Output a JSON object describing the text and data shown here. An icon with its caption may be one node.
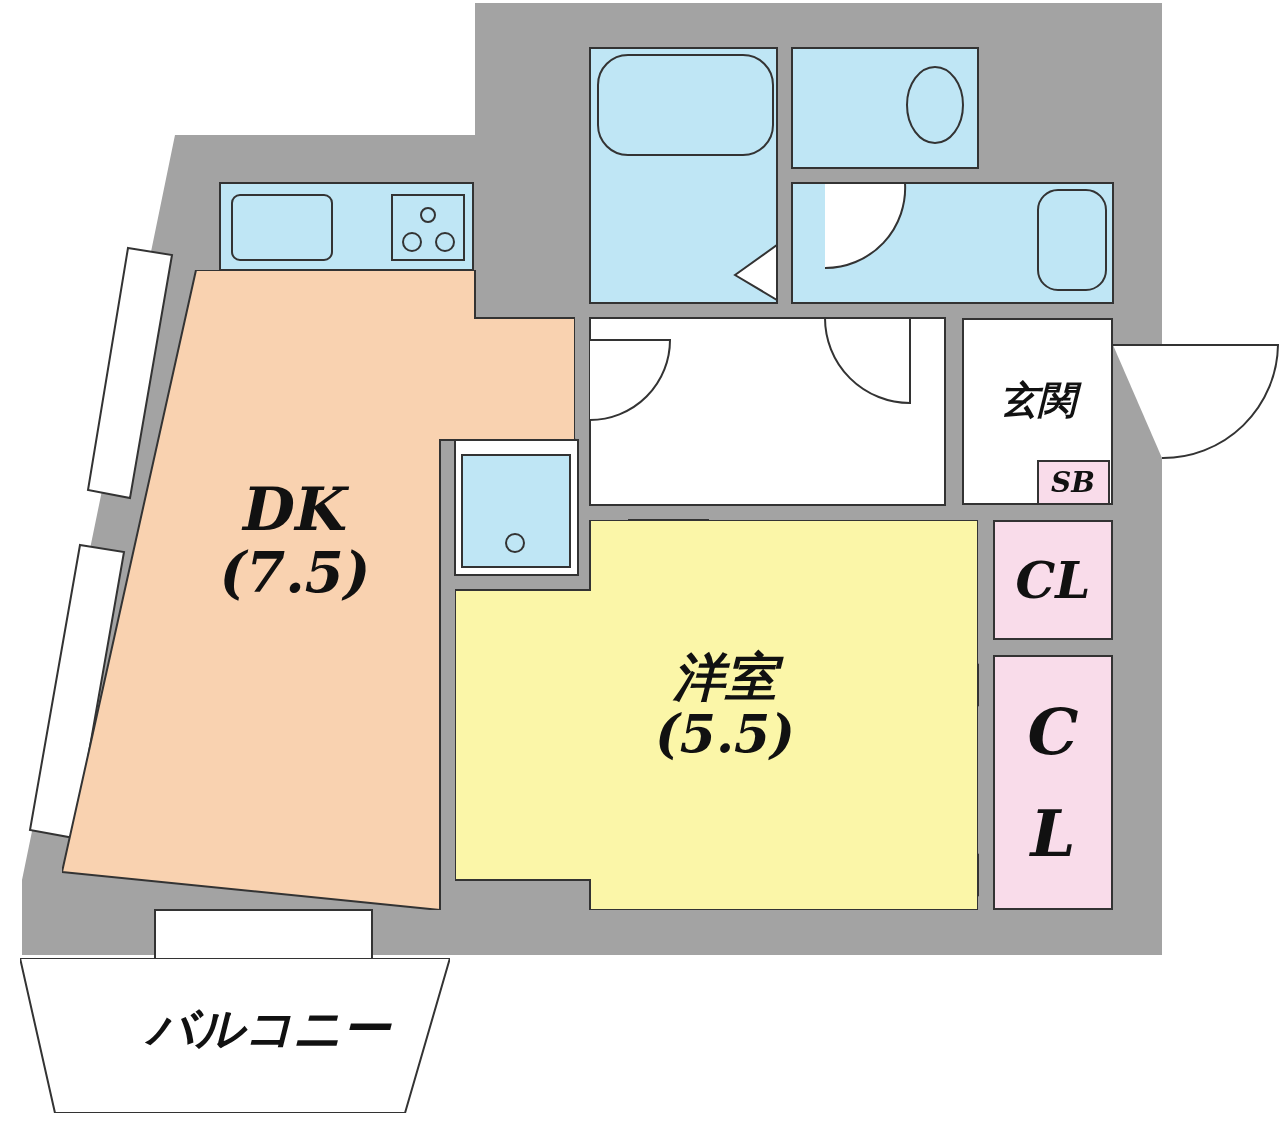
{
  "diagram": {
    "nodes": [
      {
        "text": [
          "DK",
          "(7.5)"
        ]
      },
      {
        "text": [
          "洋室",
          "(5.5)"
        ]
      },
      {
        "text": [
          "玄関"
        ]
      },
      {
        "text": [
          "SB"
        ],
        "in": 2
      },
      {
        "text": [
          "CL"
        ]
      },
      {
        "text": [
          "CL"
        ]
      },
      {
        "text": [
          "バルコニー"
        ]
      }
    ]
  }
}
